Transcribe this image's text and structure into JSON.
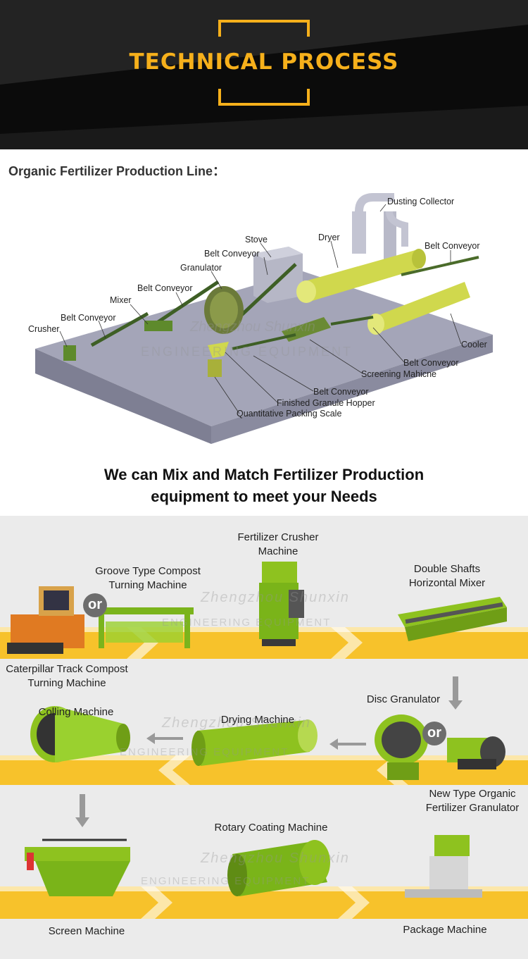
{
  "header": {
    "title": "TECHNICAL PROCESS"
  },
  "production_line": {
    "title": "Organic Fertilizer Production Line：",
    "watermark_1": "Zhengzhou Shunxin",
    "watermark_2": "ENGINEERING EQUIPMENT",
    "labels": {
      "dusting_collector": "Dusting Collector",
      "stove": "Stove",
      "dryer": "Dryer",
      "belt_conveyor_top_right": "Belt Conveyor",
      "belt_conveyor_stove": "Belt Conveyor",
      "granulator": "Granulator",
      "belt_conveyor_mixer": "Belt Conveyor",
      "mixer": "Mixer",
      "belt_conveyor_crusher": "Belt Conveyor",
      "crusher": "Crusher",
      "cooler": "Cooler",
      "belt_conveyor_screen": "Belt Conveyor",
      "screening_machine": "Screening Mahicne",
      "belt_conveyor_hopper": "Belt Conveyor",
      "finished_granule_hopper": "Finished Granule Hopper",
      "quantitative_packing_scale": "Quantitative Packing Scale"
    }
  },
  "mix_match": {
    "line1": "We can Mix and Match  Fertilizer Production",
    "line2": "equipment to meet your Needs"
  },
  "flow": {
    "or_label": "or",
    "watermark": "Zhengzhou Shunxin",
    "watermark_2": "ENGINEERING EQUIPMENT",
    "machines": {
      "groove_line1": "Groove Type Compost",
      "groove_line2": "Turning Machine",
      "crusher_line1": "Fertilizer Crusher",
      "crusher_line2": "Machine",
      "mixer_line1": "Double Shafts",
      "mixer_line2": "Horizontal Mixer",
      "caterpillar_line1": "Caterpillar Track Compost",
      "caterpillar_line2": "Turning Machine",
      "disc_granulator": "Disc Granulator",
      "drying": "Drying Machine",
      "colling": "Colling Machine",
      "new_granulator_line1": "New Type Organic",
      "new_granulator_line2": "Fertilizer Granulator",
      "rotary_coating": "Rotary Coating Machine",
      "screen": "Screen Machine",
      "package": "Package Machine"
    }
  },
  "colors": {
    "accent_gold": "#f6b01b",
    "machine_green": "#8ec21f",
    "machine_yellow_green": "#c9d24a",
    "band_yellow": "#f7c22b",
    "platform_gray": "#9fa0b4"
  }
}
